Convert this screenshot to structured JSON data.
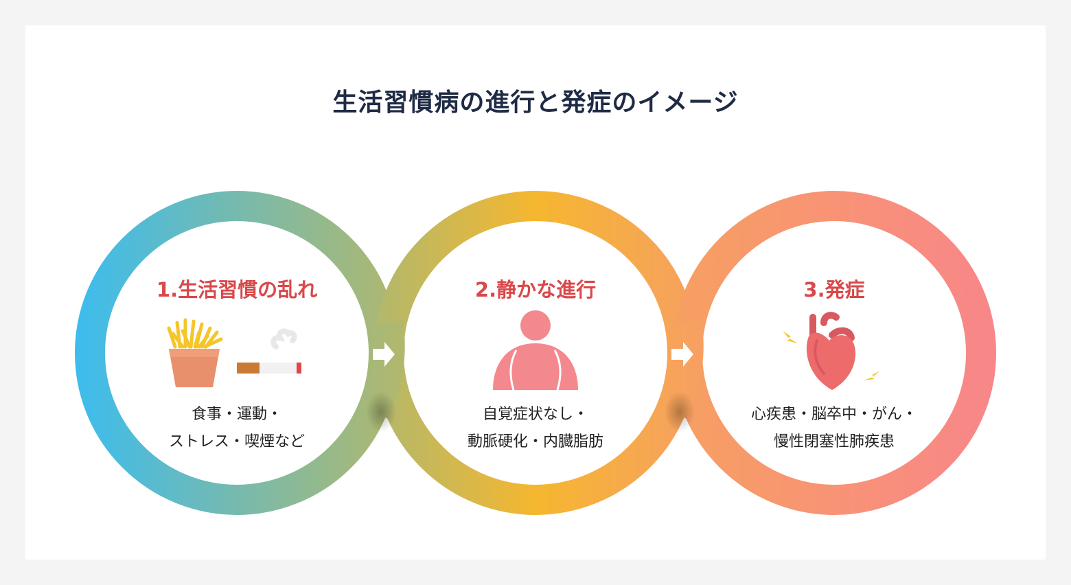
{
  "title": "生活習慣病の進行と発症のイメージ",
  "steps": [
    {
      "title": "1.生活習慣の乱れ",
      "desc_lines": [
        "食事・運動・",
        "ストレス・喫煙など"
      ],
      "icons": [
        "french-fries-icon",
        "cigarette-icon"
      ]
    },
    {
      "title": "2.静かな進行",
      "desc_lines": [
        "自覚症状なし・",
        "動脈硬化・内臓脂肪"
      ],
      "icons": [
        "obese-person-icon"
      ]
    },
    {
      "title": "3.発症",
      "desc_lines": [
        "心疾患・脳卒中・がん・",
        "慢性閉塞性肺疾患"
      ],
      "icons": [
        "heart-icon",
        "lightning-icon"
      ]
    }
  ],
  "colors": {
    "title": "#1f2b45",
    "step_title": "#d9484a",
    "blue": "#3cbcee",
    "olive": "#b0b86e",
    "yellow": "#f5b72f",
    "orange": "#f7a061",
    "coral": "#f8868a",
    "icon_pink": "#f3898e"
  }
}
